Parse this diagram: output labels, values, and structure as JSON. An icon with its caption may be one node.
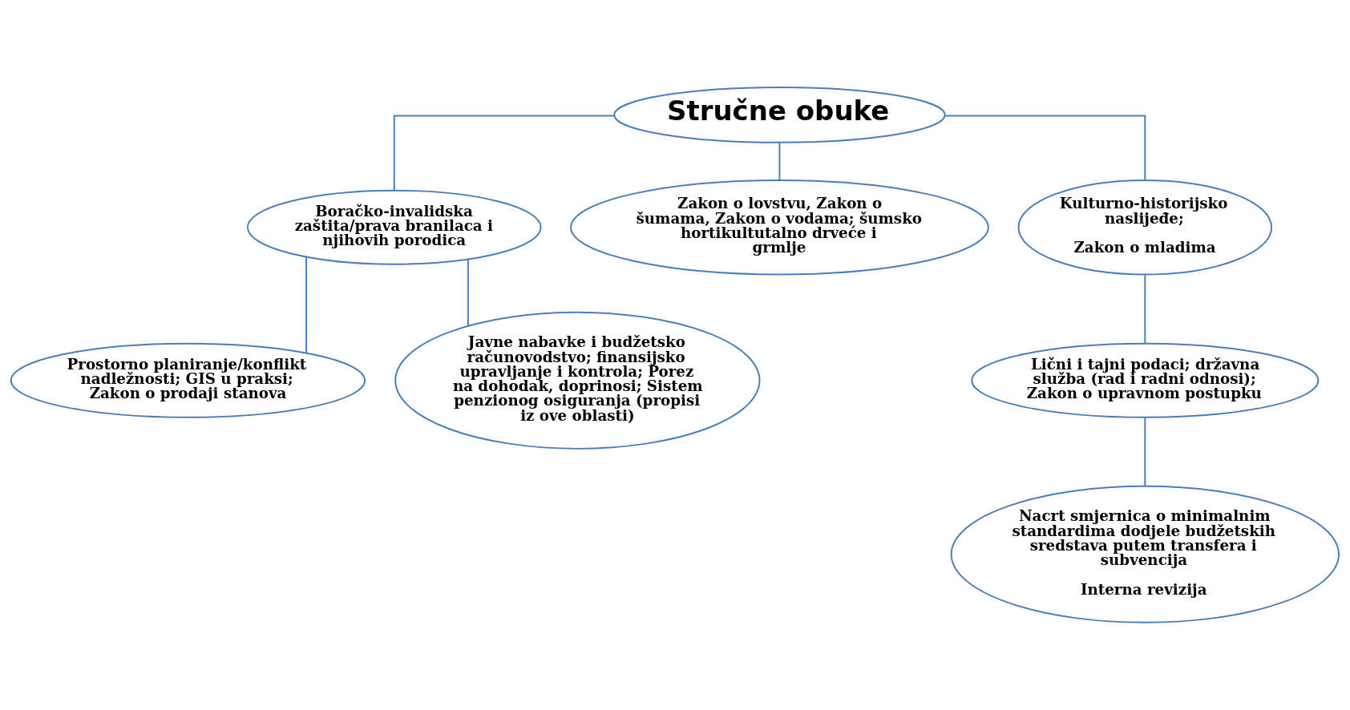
{
  "diagram": {
    "nodes": [
      {
        "text": [
          "Stručne obuke"
        ]
      },
      {
        "text": [
          "Boračko-invalidska zaštita/prava branilaca i njihovih porodica"
        ]
      },
      {
        "text": [
          "Zakon o lovstvu, Zakon o šumama, Zakon o vodama; šumsko hortikultutalno drveće i grmlje"
        ]
      },
      {
        "text": [
          "Kulturno-historijsko naslijeđe;",
          "Zakon o mladima"
        ]
      },
      {
        "text": [
          "Prostorno planiranje/konflikt nadležnosti; GIS u praksi; Zakon o prodaji stanova"
        ]
      },
      {
        "text": [
          "Javne nabavke i budžetsko računovodstvo; finansijsko upravljanje i kontrola; Porez na dohodak, doprinosi; Sistem penzionog osiguranja (propisi iz ove oblasti)"
        ]
      },
      {
        "text": [
          "Lični i tajni podaci; državna služba (rad i radni odnosi); Zakon o upravnom postupku"
        ]
      },
      {
        "text": [
          "Nacrt smjernica o minimalnim standardima dodjele budžetskih sredstava putem transfera i subvencija",
          "Interna revizija"
        ]
      }
    ],
    "edges": [
      {
        "from": 0,
        "to": 1,
        "arrow": "none"
      },
      {
        "from": 0,
        "to": 2,
        "arrow": "none"
      },
      {
        "from": 0,
        "to": 3,
        "arrow": "none"
      },
      {
        "from": 1,
        "to": 4,
        "arrow": "none"
      },
      {
        "from": 1,
        "to": 5,
        "arrow": "none"
      },
      {
        "from": 3,
        "to": 6,
        "arrow": "none"
      },
      {
        "from": 6,
        "to": 7,
        "arrow": "none"
      }
    ]
  }
}
